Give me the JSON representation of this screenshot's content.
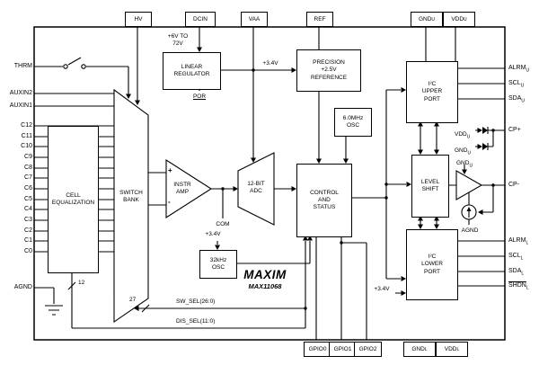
{
  "pins": {
    "top": [
      {
        "label": "HV"
      },
      {
        "label": "DCIN"
      },
      {
        "label": "VAA"
      },
      {
        "label": "REF"
      },
      {
        "base": "GND",
        "sub": "U"
      },
      {
        "base": "VDD",
        "sub": "U"
      }
    ],
    "left": [
      "THRM",
      "AUXIN2",
      "AUXIN1",
      "C12",
      "C11",
      "C10",
      "C9",
      "C8",
      "C7",
      "C6",
      "C5",
      "C4",
      "C3",
      "C2",
      "C1",
      "C0",
      "AGND"
    ],
    "right": [
      {
        "base": "ALRM",
        "sub": "U"
      },
      {
        "base": "SCL",
        "sub": "U"
      },
      {
        "base": "SDA",
        "sub": "U"
      },
      {
        "label": "CP+"
      },
      {
        "label": "CP-"
      },
      {
        "base": "ALRM",
        "sub": "L"
      },
      {
        "base": "SCL",
        "sub": "L"
      },
      {
        "base": "SDA",
        "sub": "L"
      },
      {
        "base": "SHDN",
        "sub": "L"
      }
    ],
    "bottom": [
      {
        "label": "GPIO0"
      },
      {
        "label": "GPIO1"
      },
      {
        "label": "GPIO2"
      },
      {
        "base": "GND",
        "sub": "L"
      },
      {
        "base": "VDD",
        "sub": "L"
      }
    ]
  },
  "blocks": {
    "linear_regulator": "LINEAR\nREGULATOR",
    "precision_reference": "PRECISION\n+2.5V\nREFERENCE",
    "osc_6mhz": "6.0MHz\nOSC",
    "control_status": "CONTROL\nAND\nSTATUS",
    "osc_32khz": "32kHz\nOSC",
    "i2c_upper": "I²C\nUPPER\nPORT",
    "level_shift": "LEVEL\nSHIFT",
    "i2c_lower": "I²C\nLOWER\nPORT",
    "cell_equalization": "CELL\nEQUALIZATION",
    "switch_bank": "SWITCH\nBANK",
    "instr_amp": "INSTR\nAMP",
    "adc": "12-BIT\nADC"
  },
  "annotations": {
    "hv_range": "+6V TO\n72V",
    "por": "POR",
    "v34_ref": "+3.4V",
    "v34_osc": "+3.4V",
    "v34_i2c": "+3.4V",
    "com": "COM",
    "sw_sel": "SW_SEL(26:0)",
    "dis_sel": "DIS_SEL(11:0)",
    "bus27": "27",
    "bus12": "12",
    "vddu": {
      "base": "VDD",
      "sub": "U"
    },
    "gndu_cp": {
      "base": "GND",
      "sub": "U"
    },
    "gndu_amp": {
      "base": "GND",
      "sub": "U"
    },
    "agnd": "AGND",
    "amp_plus": "+",
    "amp_minus": "-"
  },
  "logo": {
    "brand": "MAXIM",
    "part": "MAX11068"
  }
}
